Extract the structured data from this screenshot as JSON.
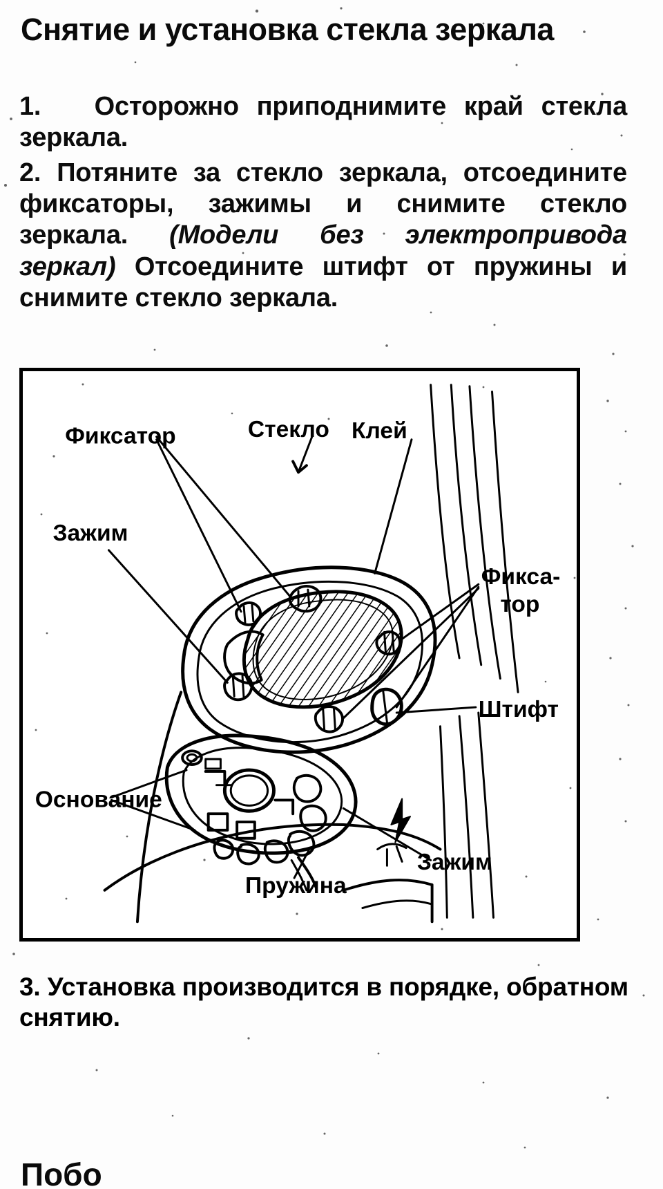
{
  "page": {
    "heading": "Снятие и установка стекла зеркала",
    "next_heading_partial": "Побо"
  },
  "steps": [
    {
      "number": "1.",
      "text_before_italic": "Осторожно приподнимите край стекла зеркала.",
      "italic": "",
      "text_after_italic": ""
    },
    {
      "number": "2.",
      "text_before_italic": "Потяните за стекло зеркала, отсоедините фиксаторы, зажимы и снимите стекло зеркала. ",
      "italic": "(Модели без электропривода зеркал)",
      "text_after_italic": " Отсоедините штифт от пружины и снимите стекло зеркала."
    },
    {
      "number": "3.",
      "text_before_italic": "Установка производится в порядке, обратном снятию.",
      "italic": "",
      "text_after_italic": ""
    }
  ],
  "figure": {
    "caption": "",
    "labels": {
      "fixator_top": "Фиксатор",
      "glass": "Стекло",
      "glue": "Клей",
      "clamp_left": "Зажим",
      "fixator_right_line1": "Фикса-",
      "fixator_right_line2": "тор",
      "pin": "Штифт",
      "base": "Основание",
      "spring": "Пружина",
      "clamp_right": "Зажим"
    }
  },
  "colors": {
    "ink": "#000000",
    "paper": "#ffffff"
  }
}
